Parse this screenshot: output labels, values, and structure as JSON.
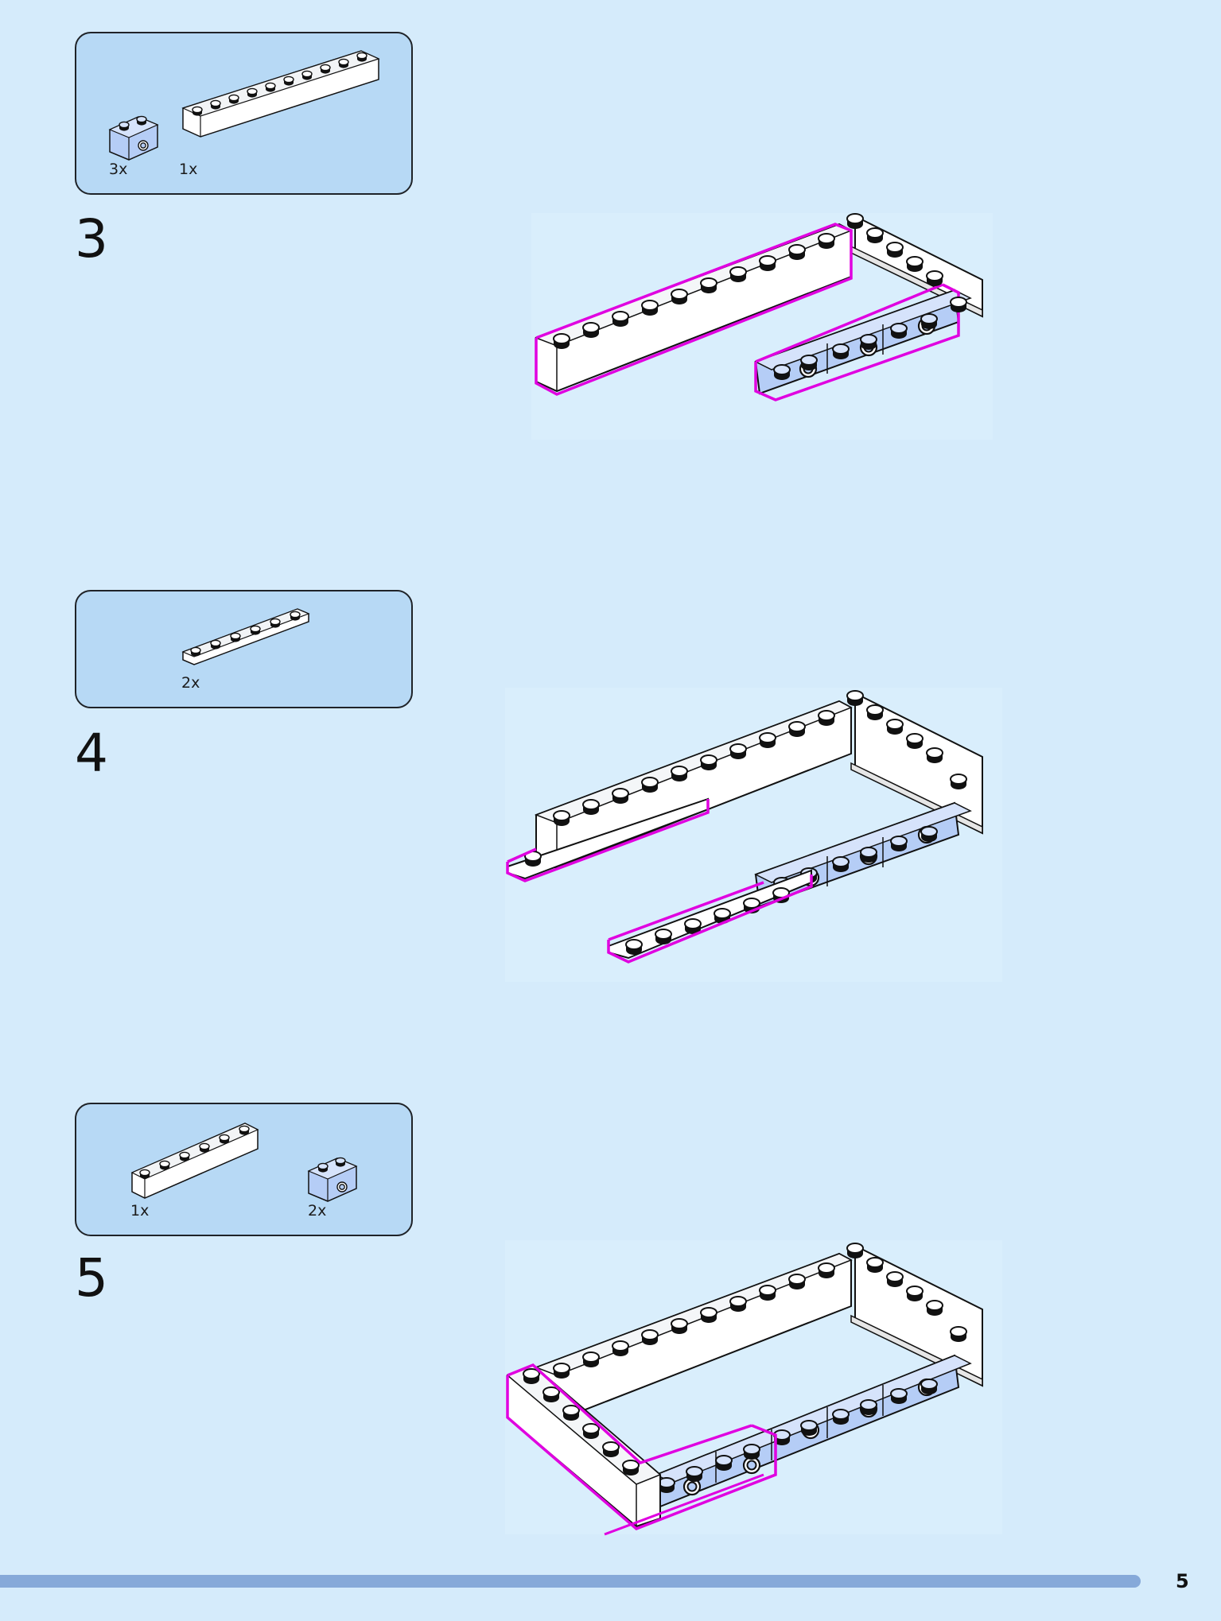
{
  "steps": [
    {
      "number": "3",
      "parts": [
        {
          "qty": "3x",
          "icon": "brick-1x1-side-hole"
        },
        {
          "qty": "1x",
          "icon": "brick-1x10"
        }
      ]
    },
    {
      "number": "4",
      "parts": [
        {
          "qty": "2x",
          "icon": "plate-1x6"
        }
      ]
    },
    {
      "number": "5",
      "parts": [
        {
          "qty": "1x",
          "icon": "brick-1x6"
        },
        {
          "qty": "2x",
          "icon": "brick-1x1-side-hole"
        }
      ]
    }
  ],
  "colors": {
    "background": "#d5ebfb",
    "parts_box": "#b7d9f5",
    "highlight": "#e000e0",
    "blue_brick": "#b5cdf6",
    "white_brick": "#ffffff",
    "footer_bar": "#86a9d9"
  },
  "footer": {
    "page_number": "5"
  }
}
